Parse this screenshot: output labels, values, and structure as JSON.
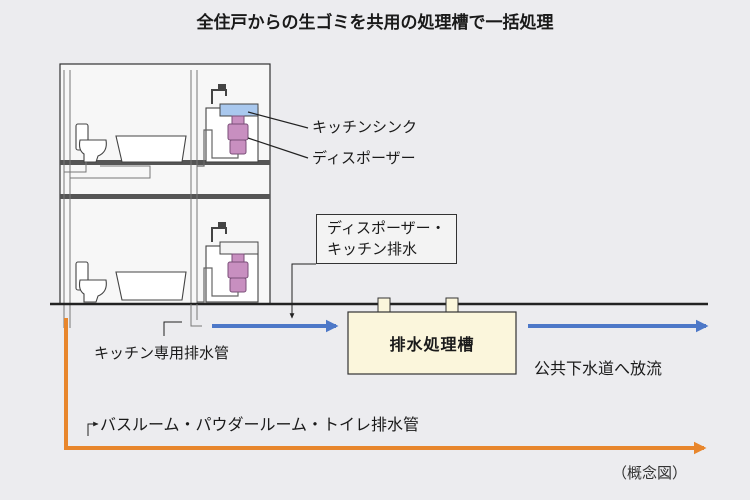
{
  "title": "全住戸からの生ゴミを共用の処理槽で一括処理",
  "labels": {
    "kitchen_sink": "キッチンシンク",
    "disposer": "ディスポーザー",
    "disposer_drain_line1": "ディスポーザー・",
    "disposer_drain_line2": "キッチン排水",
    "kitchen_pipe": "キッチン専用排水管",
    "tank": "排水処理槽",
    "discharge": "公共下水道へ放流",
    "bath_pipe": "バスルーム・パウダールーム・トイレ排水管",
    "note": "（概念図）"
  },
  "colors": {
    "background": "#ececef",
    "building_wall": "#f7f7f7",
    "tank_fill": "#fbf6dc",
    "blue_flow": "#4d78c8",
    "orange_flow": "#e8862c",
    "disposer": "#c88fc0",
    "sink_water": "#a9c8ee"
  }
}
